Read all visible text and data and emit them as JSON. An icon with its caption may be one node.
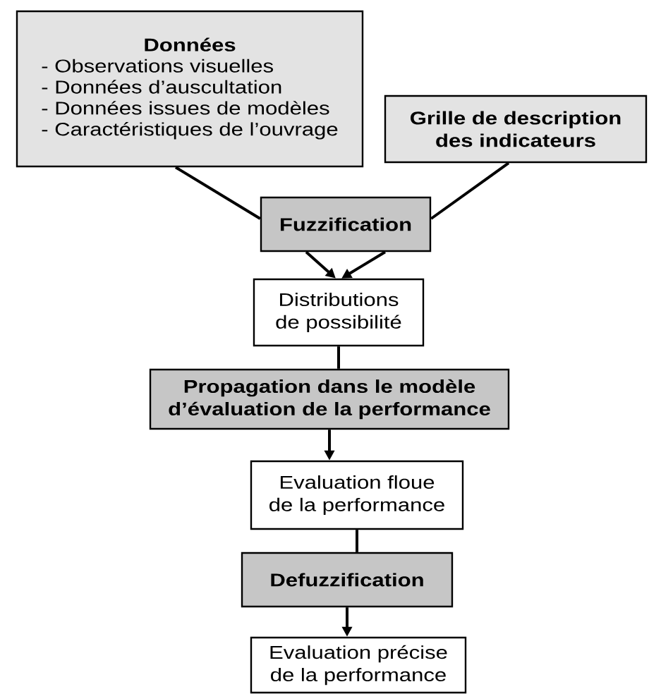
{
  "diagram": {
    "nodes": [
      {
        "text": [
          "Données",
          "- Observations visuelles",
          "- Données d’auscultation",
          "- Données issues de modèles",
          "- Caractéristiques de l’ouvrage"
        ]
      },
      {
        "text": [
          "Grille de description des indicateurs"
        ]
      },
      {
        "text": [
          "Fuzzification"
        ]
      },
      {
        "text": [
          "Distributions de possibilité"
        ]
      },
      {
        "text": [
          "Propagation dans le modèle d’évaluation de la performance"
        ]
      },
      {
        "text": [
          "Evaluation floue de la performance"
        ]
      },
      {
        "text": [
          "Defuzzification"
        ]
      },
      {
        "text": [
          "Evaluation précise de la performance"
        ]
      }
    ],
    "edges": [
      {
        "from": 0,
        "to": 2,
        "arrow": "none"
      },
      {
        "from": 1,
        "to": 2,
        "arrow": "none"
      },
      {
        "from": 2,
        "to": 3,
        "arrow": "to"
      },
      {
        "from": 2,
        "to": 3,
        "arrow": "to"
      },
      {
        "from": 3,
        "to": 4,
        "arrow": "none"
      },
      {
        "from": 4,
        "to": 5,
        "arrow": "to"
      },
      {
        "from": 5,
        "to": 6,
        "arrow": "none"
      },
      {
        "from": 6,
        "to": 7,
        "arrow": "to"
      }
    ]
  }
}
